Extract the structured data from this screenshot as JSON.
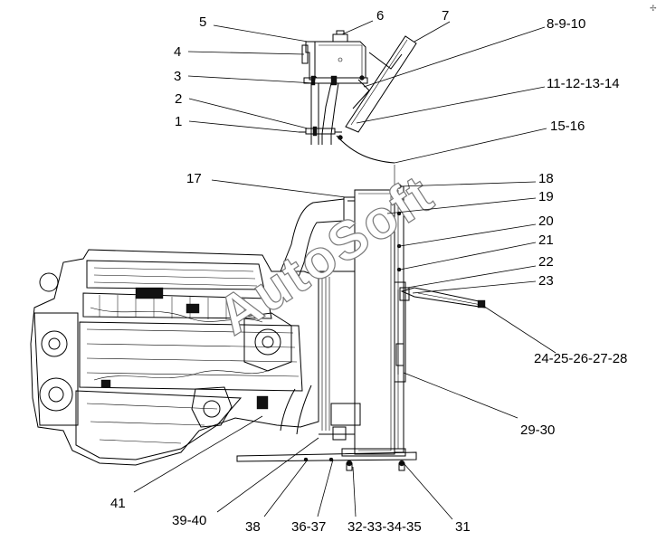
{
  "callouts": [
    {
      "id": "c-5",
      "label": "5"
    },
    {
      "id": "c-6",
      "label": "6"
    },
    {
      "id": "c-7",
      "label": "7"
    },
    {
      "id": "c-8-9-10",
      "label": "8-9-10"
    },
    {
      "id": "c-4",
      "label": "4"
    },
    {
      "id": "c-3",
      "label": "3"
    },
    {
      "id": "c-11-12-13-14",
      "label": "11-12-13-14"
    },
    {
      "id": "c-2",
      "label": "2"
    },
    {
      "id": "c-1",
      "label": "1"
    },
    {
      "id": "c-15-16",
      "label": "15-16"
    },
    {
      "id": "c-17",
      "label": "17"
    },
    {
      "id": "c-18",
      "label": "18"
    },
    {
      "id": "c-19",
      "label": "19"
    },
    {
      "id": "c-20",
      "label": "20"
    },
    {
      "id": "c-21",
      "label": "21"
    },
    {
      "id": "c-22",
      "label": "22"
    },
    {
      "id": "c-23",
      "label": "23"
    },
    {
      "id": "c-24-28",
      "label": "24-25-26-27-28"
    },
    {
      "id": "c-29-30",
      "label": "29-30"
    },
    {
      "id": "c-41",
      "label": "41"
    },
    {
      "id": "c-39-40",
      "label": "39-40"
    },
    {
      "id": "c-38",
      "label": "38"
    },
    {
      "id": "c-36-37",
      "label": "36-37"
    },
    {
      "id": "c-32-35",
      "label": "32-33-34-35"
    },
    {
      "id": "c-31",
      "label": "31"
    }
  ],
  "watermark": "AutoSoft",
  "corner_mark": "✢"
}
